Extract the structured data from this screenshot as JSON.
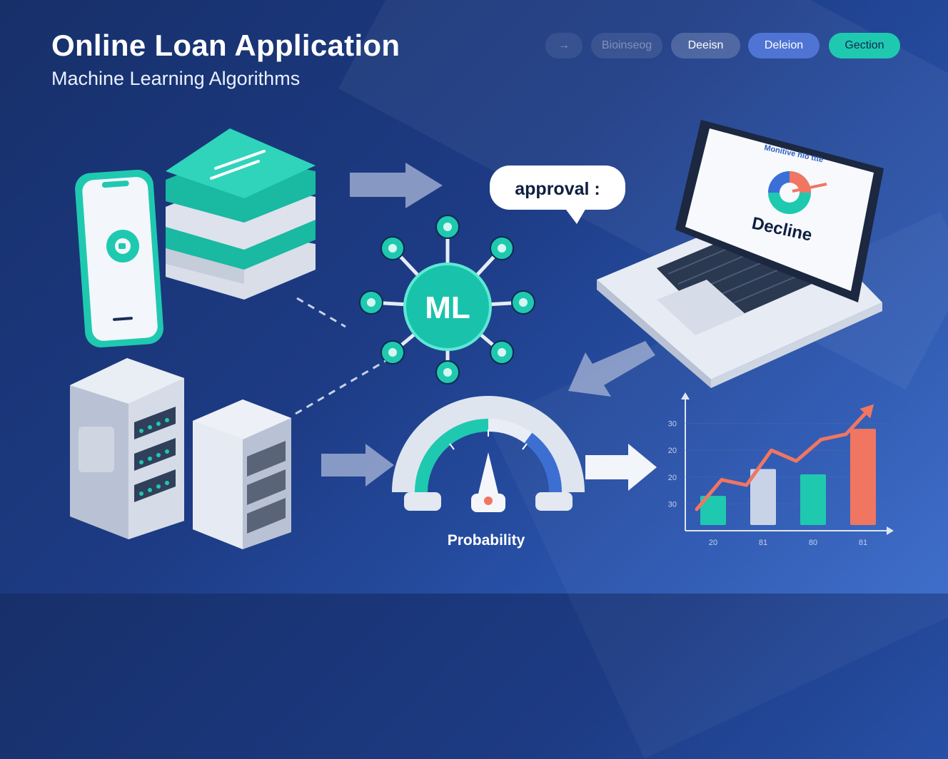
{
  "header": {
    "title": "Online Loan Application",
    "subtitle": "Machine Learning Algorithms"
  },
  "top_pills": [
    {
      "label": "→",
      "state": "faded"
    },
    {
      "label": "Bioinseog",
      "state": "faded"
    },
    {
      "label": "Deeisn",
      "state": "muted"
    },
    {
      "label": "Deleion",
      "state": "highlight"
    },
    {
      "label": "Gection",
      "state": "active"
    }
  ],
  "diagram": {
    "ml_label": "ML",
    "speech_bubble": "approval :",
    "laptop_screen_heading": "Monitive  hio  ttte",
    "laptop_screen_status": "Decline",
    "gauge_label": "Probability"
  },
  "chart_data": {
    "type": "bar",
    "categories": [
      "20",
      "81",
      "80",
      "81"
    ],
    "values": [
      13,
      23,
      21,
      38
    ],
    "ylim": [
      0,
      50
    ],
    "y_ticks": [
      "30",
      "20",
      "20",
      "30"
    ],
    "trend_line": [
      8,
      19,
      17,
      30,
      26,
      34,
      36,
      46
    ],
    "colors": [
      "#1fc9b0",
      "#c9d3e8",
      "#1fc9b0",
      "#f07662"
    ],
    "trend_color": "#f07662"
  },
  "colors": {
    "accent": "#1fc9b0",
    "background": "#1d3b84",
    "highlight": "#4f74d4",
    "warning": "#f07662"
  }
}
